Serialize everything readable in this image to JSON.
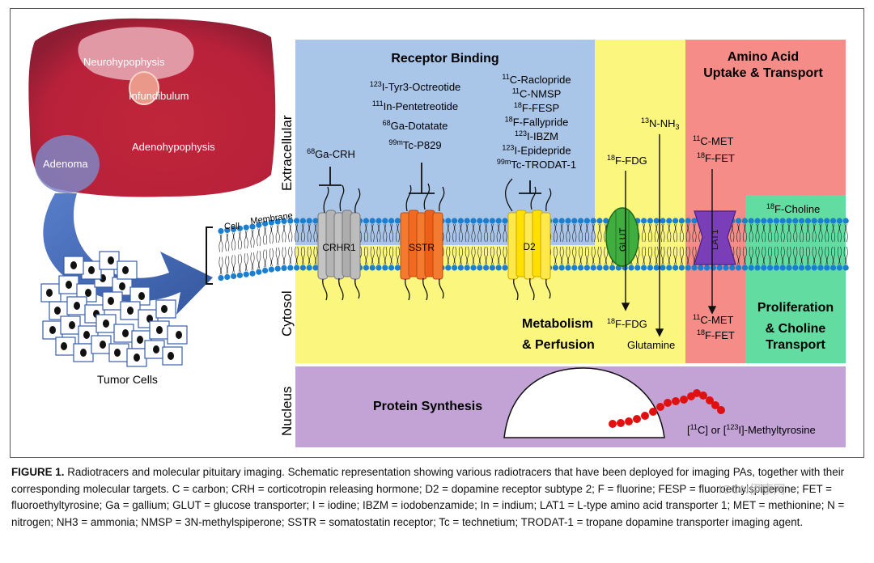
{
  "figure": {
    "sections": {
      "receptor_binding": "Receptor Binding",
      "amino_acid_1": "Amino Acid",
      "amino_acid_2": "Uptake & Transport",
      "metabolism_1": "Metabolism",
      "metabolism_2": "& Perfusion",
      "proliferation_1": "Proliferation",
      "proliferation_2": "& Choline",
      "proliferation_3": "Transport",
      "protein_synthesis": "Protein Synthesis"
    },
    "side_labels": {
      "extracellular": "Extracellular",
      "cytosol": "Cytosol",
      "nucleus": "Nucleus"
    },
    "membrane_labels": {
      "cell": "Cell",
      "membrane": "Membrane"
    },
    "tissue_labels": {
      "neurohypophysis": "Neurohypophysis",
      "infundibulum": "Infundibulum",
      "adenohypophysis": "Adenohypophysis",
      "adenoma": "Adenoma",
      "tumor_cells": "Tumor Cells"
    },
    "receptors": {
      "crhr1": "CRHR1",
      "sstr": "SSTR",
      "d2": "D2",
      "glut": "GLUT",
      "lat1": "LAT1"
    },
    "tracers": {
      "ga_crh": {
        "sup": "68",
        "text": "Ga-CRH"
      },
      "sstr_list": [
        {
          "sup": "123",
          "text": "I-Tyr3-Octreotide"
        },
        {
          "sup": "111",
          "text": "In-Pentetreotide"
        },
        {
          "sup": "68",
          "text": "Ga-Dotatate"
        },
        {
          "sup": "99m",
          "text": "Tc-P829"
        }
      ],
      "d2_list": [
        {
          "sup": "11",
          "text": "C-Raclopride"
        },
        {
          "sup": "11",
          "text": "C-NMSP"
        },
        {
          "sup": "18",
          "text": "F-FESP"
        },
        {
          "sup": "18",
          "text": "F-Fallypride"
        },
        {
          "sup": "123",
          "text": "I-IBZM"
        },
        {
          "sup": "123",
          "text": "I-Epidepride"
        },
        {
          "sup": "99m",
          "text": "Tc-TRODAT-1"
        }
      ],
      "nh3": {
        "sup": "13",
        "text": "N-NH",
        "sub": "3"
      },
      "fdg_top": {
        "sup": "18",
        "text": "F-FDG"
      },
      "fdg_bottom": {
        "sup": "18",
        "text": "F-FDG"
      },
      "glutamine": "Glutamine",
      "met_top": {
        "sup": "11",
        "text": "C-MET"
      },
      "fet_top": {
        "sup": "18",
        "text": "F-FET"
      },
      "met_bottom": {
        "sup": "11",
        "text": "C-MET"
      },
      "fet_bottom": {
        "sup": "18",
        "text": "F-FET"
      },
      "choline": {
        "sup": "18",
        "text": "F-Choline"
      },
      "methyltyrosine": {
        "a": "[",
        "sup1": "11",
        "b": "C] or [",
        "sup2": "123",
        "c": "I]-Methyltyrosine"
      }
    }
  },
  "caption": {
    "label": "FIGURE 1.",
    "text": "Radiotracers and molecular pituitary imaging. Schematic representation showing various radiotracers that have been deployed for imaging PAs, together with their corresponding molecular targets. C = carbon; CRH = corticotropin releasing hormone; D2 = dopamine receptor subtype 2; F = fluorine; FESP = fluoroethylspiperone; FET = fluoroethyltyrosine; Ga = gallium; GLUT = glucose transporter; I = iodine; IBZM = iodobenzamide; In = indium; LAT1 = L-type amino acid transporter 1; MET = methionine; N = nitrogen; NH3 = ammonia; NMSP = 3N-methylspiperone; SSTR = somatostatin receptor; Tc = technetium; TRODAT-1 = tropane dopamine transporter imaging agent."
  },
  "watermark": "ICON伊康网",
  "colors": {
    "receptor_bg": "#a9c5e8",
    "metabolism_bg": "#fbf67e",
    "amino_bg": "#f58c88",
    "choline_bg": "#62dca0",
    "nucleus_bg": "#c3a3d6",
    "membrane_head": "#1a7fd0",
    "crhr1": "#a9a9a9",
    "sstr": "#f26a22",
    "d2": "#ffe000",
    "glut": "#3fae3f",
    "lat1": "#7a3fb8",
    "methyltyrosine": "#e11010"
  }
}
